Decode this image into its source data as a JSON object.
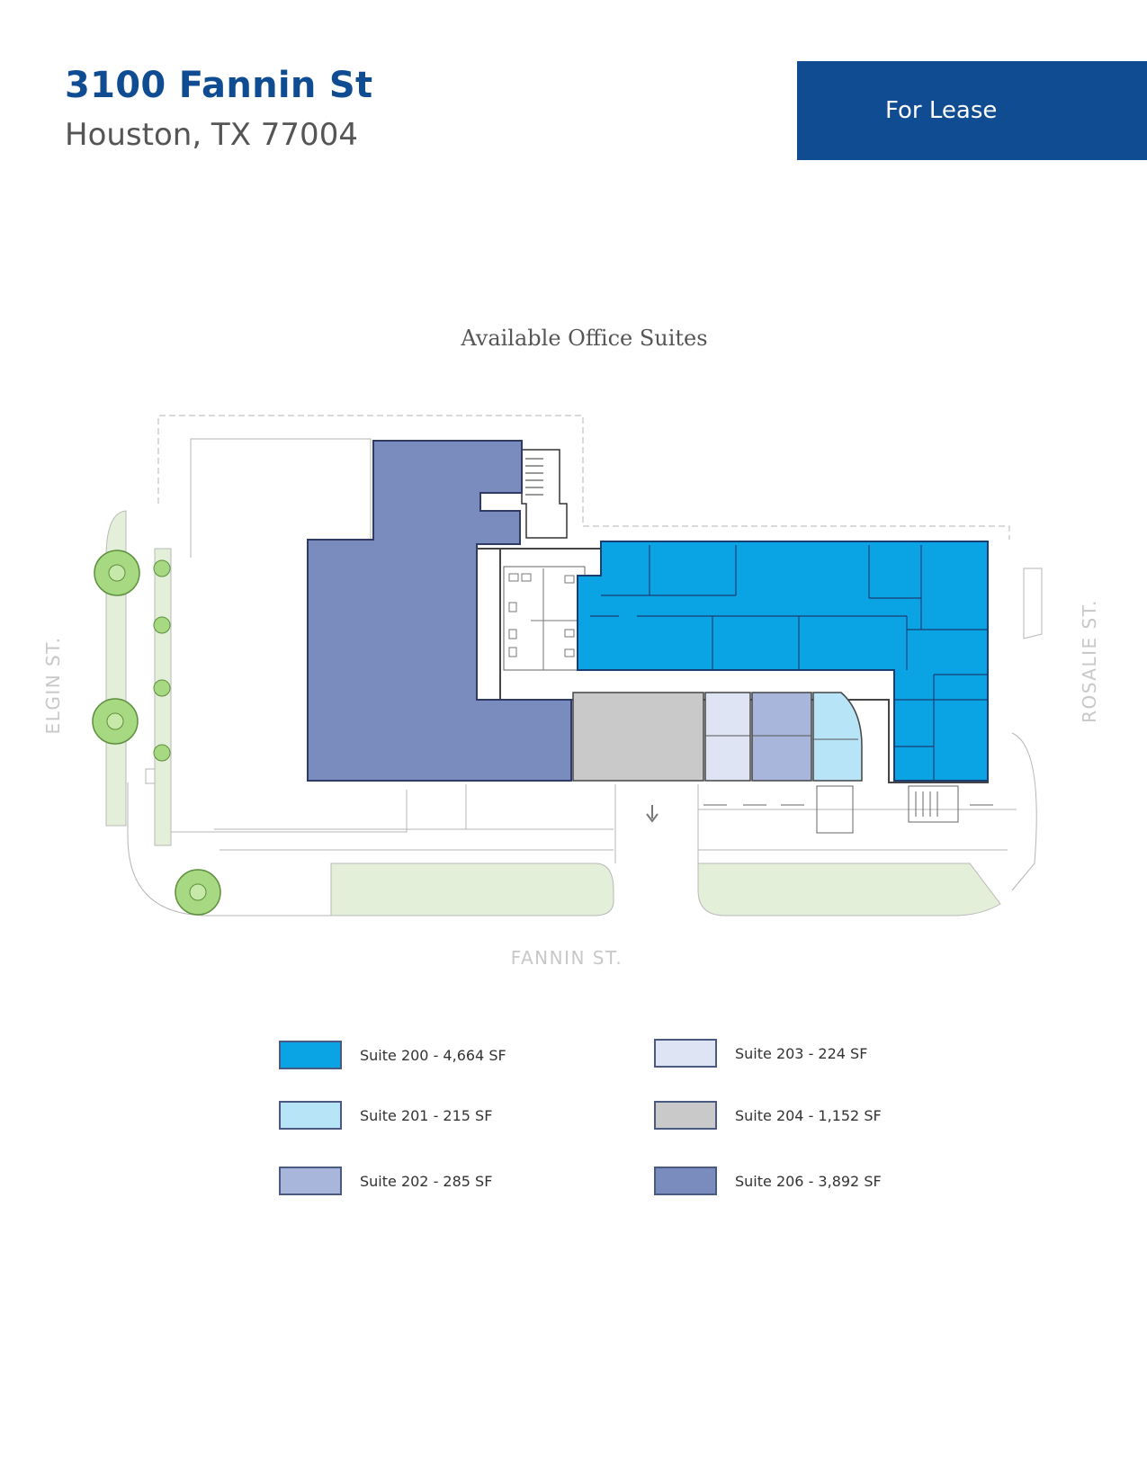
{
  "header": {
    "title": "3100 Fannin St",
    "subtitle": "Houston, TX 77004",
    "banner_label": "For Lease"
  },
  "plan": {
    "title": "Available Office Suites",
    "streets": {
      "elgin": "ELGIN ST.",
      "rosalie": "ROSALIE ST.",
      "fannin": "FANNIN ST."
    }
  },
  "colors": {
    "brand": "#0f4c92",
    "suite_200": "#0aa3e3",
    "suite_201": "#b8e4f8",
    "suite_202": "#a8b6dc",
    "suite_203": "#dfe4f4",
    "suite_204": "#c9c9c9",
    "suite_206": "#7a8bbe",
    "landscape": "#e3efd8"
  },
  "legend": [
    {
      "label": "Suite 200 - 4,664 SF",
      "color": "#0aa3e3"
    },
    {
      "label": "Suite 203 - 224 SF",
      "color": "#dfe4f4"
    },
    {
      "label": "Suite 201 - 215 SF",
      "color": "#b8e4f8"
    },
    {
      "label": "Suite 204 - 1,152 SF",
      "color": "#c9c9c9"
    },
    {
      "label": "Suite 202 - 285 SF",
      "color": "#a8b6dc"
    },
    {
      "label": "Suite 206 - 3,892 SF",
      "color": "#7a8bbe"
    }
  ]
}
